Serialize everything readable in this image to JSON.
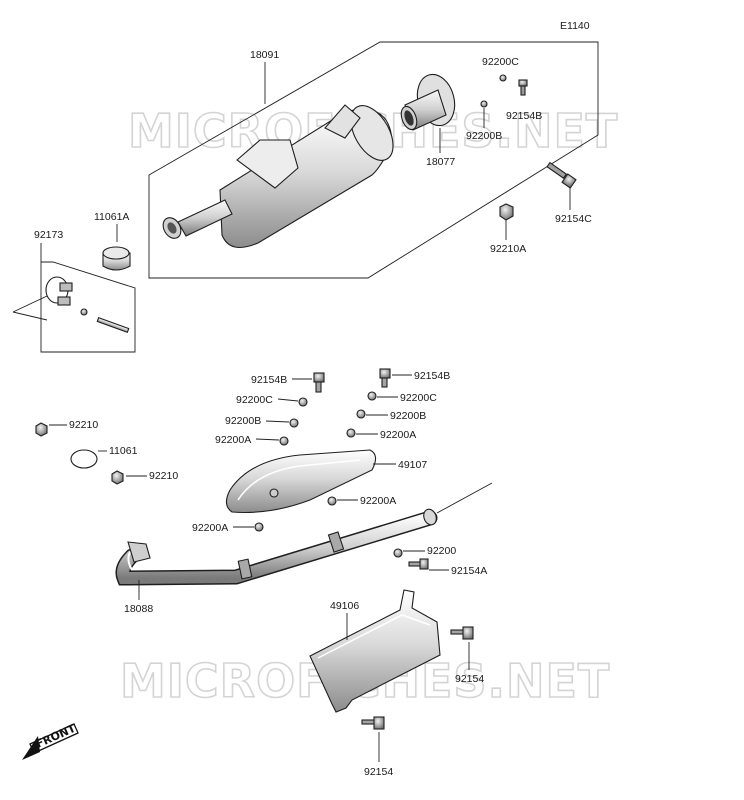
{
  "diagram_code": "E1140",
  "watermark": "MICROFICHES.NET",
  "direction_marker": "FRONT",
  "part_labels": {
    "p18091": "18091",
    "p18077": "18077",
    "p92200c_top": "92200C",
    "p92200b_top": "92200B",
    "p92154b_top": "92154B",
    "p92154c": "92154C",
    "p92210a": "92210A",
    "p11061a": "11061A",
    "p92173": "92173",
    "p92154b_1": "92154B",
    "p92200c_1": "92200C",
    "p92200b_1": "92200B",
    "p92200a_1": "92200A",
    "p92154b_2": "92154B",
    "p92200c_2": "92200C",
    "p92200b_2": "92200B",
    "p92200a_2": "92200A",
    "p92210_1": "92210",
    "p11061": "11061",
    "p92210_2": "92210",
    "p49107": "49107",
    "p92200a_3": "92200A",
    "p92200a_4": "92200A",
    "p92200": "92200",
    "p92154a": "92154A",
    "p18088": "18088",
    "p49106": "49106",
    "p92154_1": "92154",
    "p92154_2": "92154"
  }
}
